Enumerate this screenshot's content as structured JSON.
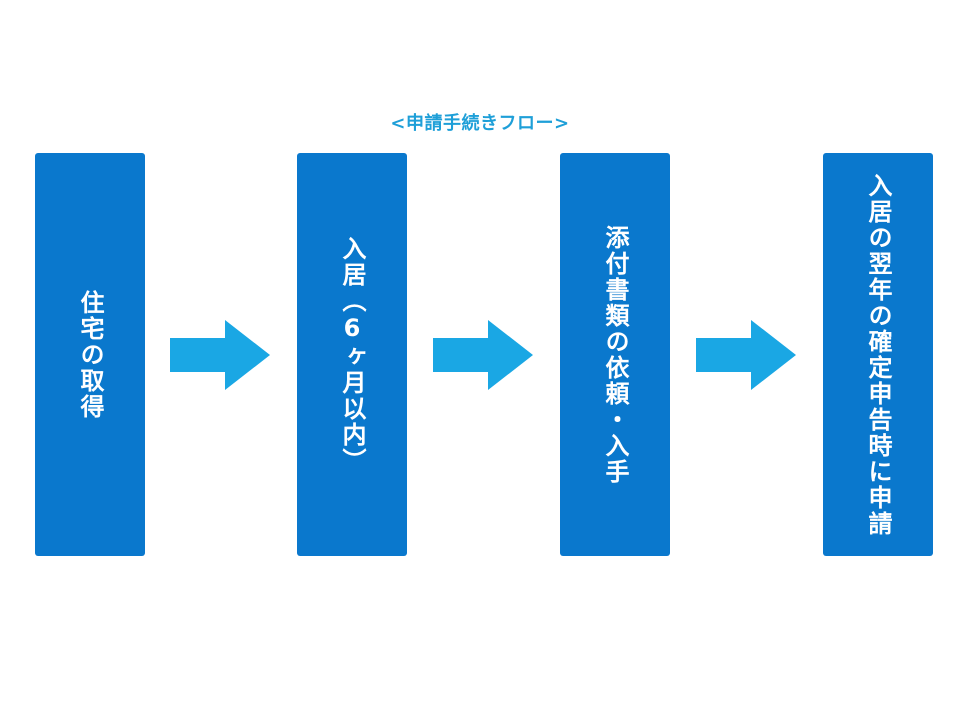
{
  "title": "<申請手続きフロー>",
  "colors": {
    "box": "#0a78cd",
    "arrow": "#1aa7e4",
    "title": "#1e9fd8",
    "box_text": "#ffffff"
  },
  "steps": [
    {
      "label": "住宅の取得"
    },
    {
      "label": "入居（6ヶ月以内）"
    },
    {
      "label": "添付書類の依頼・入手"
    },
    {
      "label": "入居の翌年の確定申告時に申請"
    }
  ],
  "arrows": [
    {
      "icon": "right-arrow-icon"
    },
    {
      "icon": "right-arrow-icon"
    },
    {
      "icon": "right-arrow-icon"
    }
  ]
}
